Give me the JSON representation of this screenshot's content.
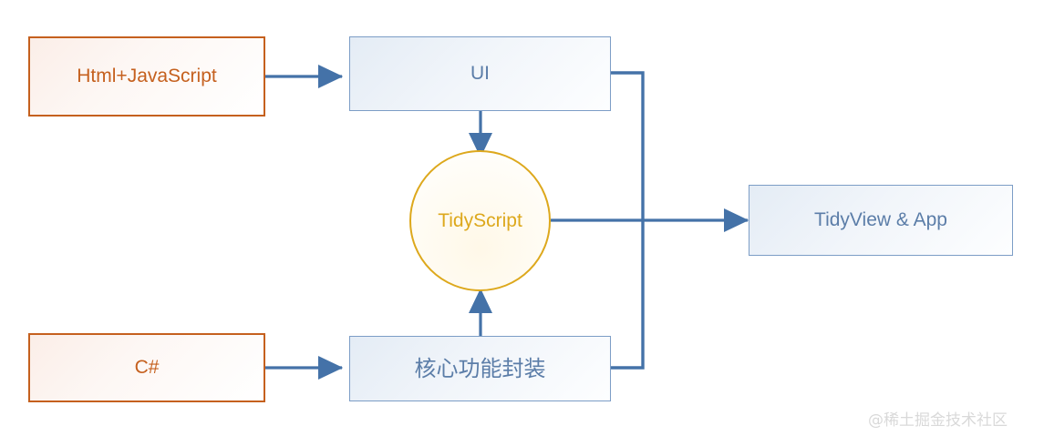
{
  "diagram": {
    "title_text": "",
    "colors": {
      "orange_border": "#C5601E",
      "orange_text": "#C5601E",
      "blue_border": "#7C9DC6",
      "blue_text": "#5B7DA8",
      "gold_border": "#DDA81C",
      "gold_text": "#DDA81C",
      "connector": "#4472A8",
      "background": "#FFFFFF",
      "watermark": "#D9D9D9"
    },
    "nodes": [
      {
        "id": "html-js",
        "label": "Html+JavaScript",
        "shape": "rectangle",
        "style": "orange"
      },
      {
        "id": "ui",
        "label": "UI",
        "shape": "rectangle",
        "style": "blue"
      },
      {
        "id": "tidyscript",
        "label": "TidyScript",
        "shape": "circle",
        "style": "gold"
      },
      {
        "id": "tidyview",
        "label": "TidyView & App",
        "shape": "rectangle",
        "style": "blue"
      },
      {
        "id": "csharp",
        "label": "C#",
        "shape": "rectangle",
        "style": "orange"
      },
      {
        "id": "core",
        "label": "核心功能封装",
        "shape": "rectangle",
        "style": "blue"
      }
    ],
    "edges": [
      {
        "from": "html-js",
        "to": "ui",
        "arrow": true,
        "direction": "right"
      },
      {
        "from": "ui",
        "to": "tidyscript",
        "arrow": true,
        "direction": "down"
      },
      {
        "from": "csharp",
        "to": "core",
        "arrow": true,
        "direction": "right"
      },
      {
        "from": "core",
        "to": "tidyscript",
        "arrow": true,
        "direction": "up"
      },
      {
        "from": "tidyscript",
        "to": "tidyview",
        "arrow": true,
        "direction": "right"
      },
      {
        "from": "ui",
        "to": "right-bus",
        "arrow": false,
        "direction": "right-down"
      },
      {
        "from": "core",
        "to": "right-bus",
        "arrow": false,
        "direction": "right-up"
      }
    ]
  },
  "watermark": {
    "text": "@稀土掘金技术社区"
  }
}
